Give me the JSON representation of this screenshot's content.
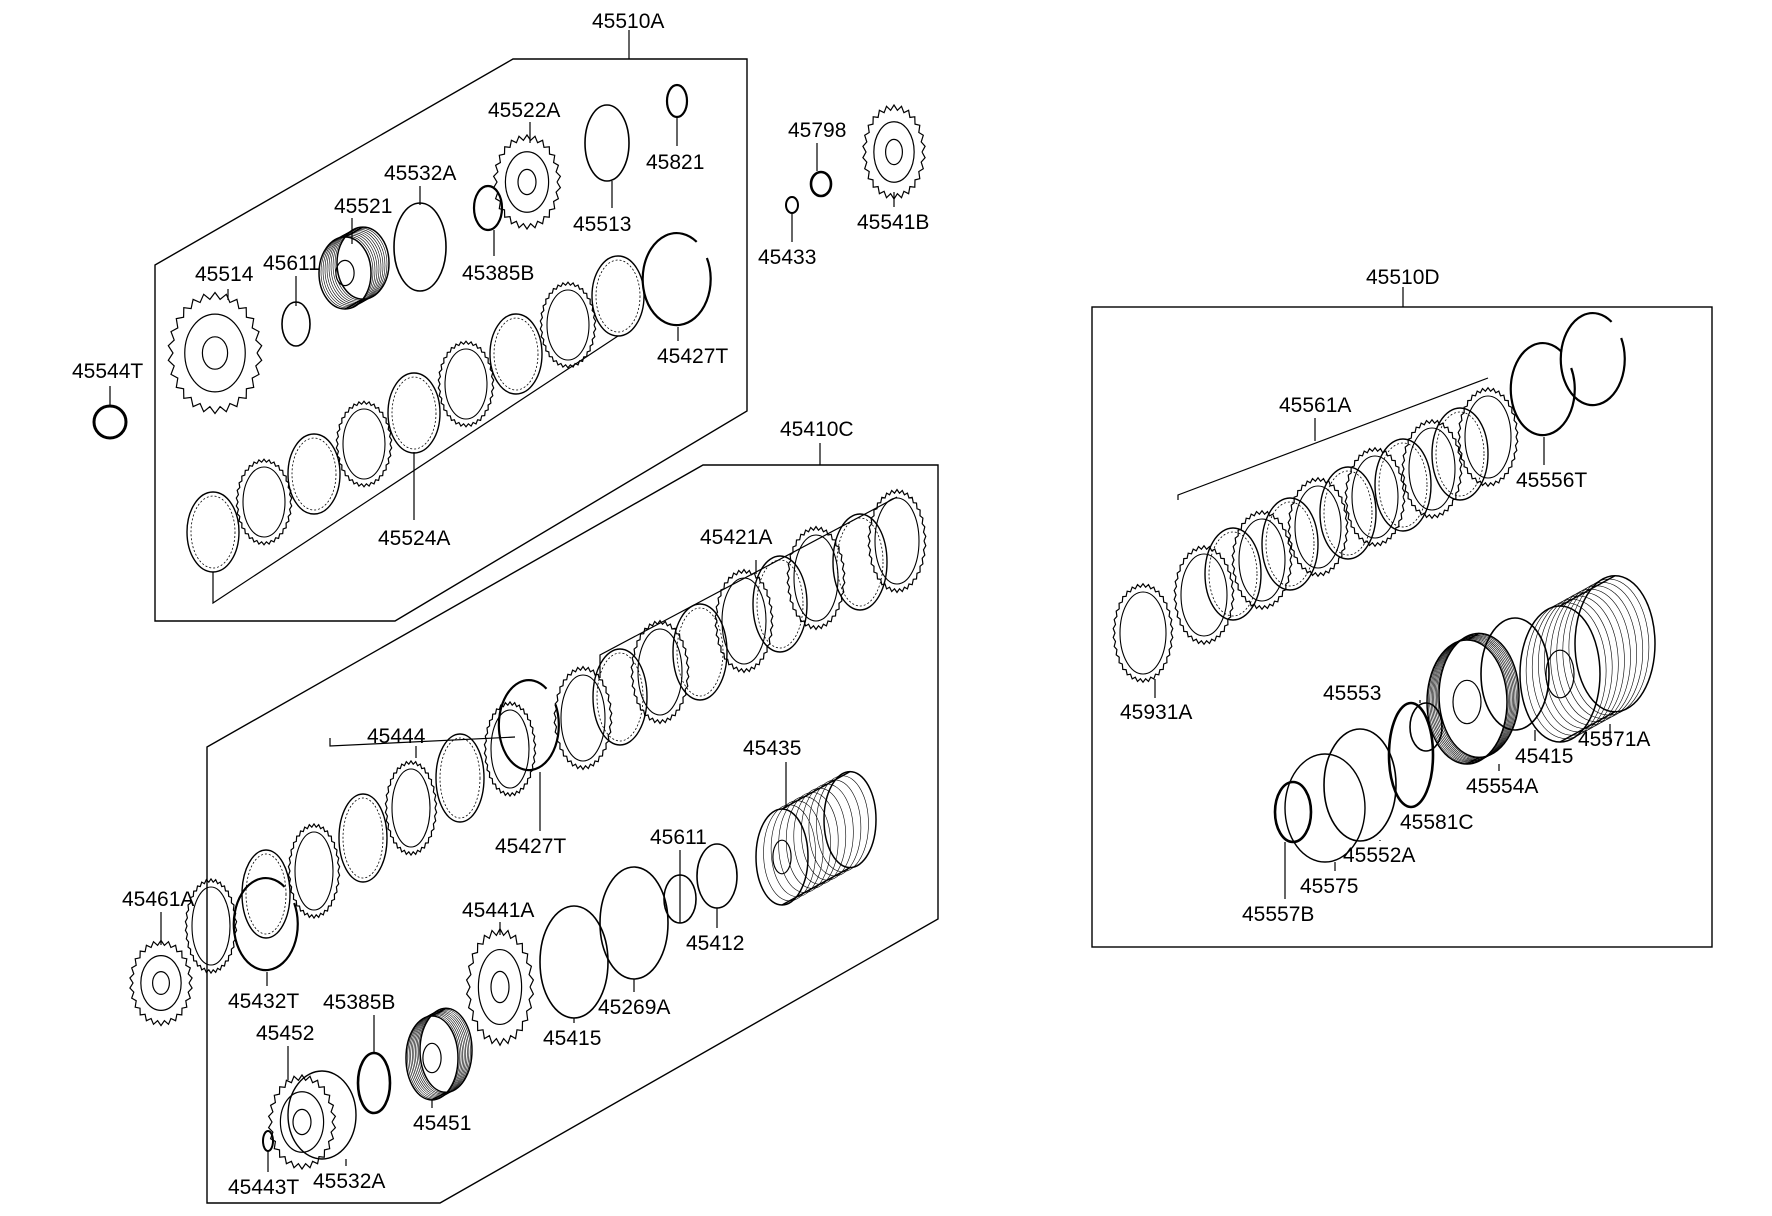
{
  "diagram": {
    "groups": [
      {
        "id": "45510A",
        "label": "45510A"
      },
      {
        "id": "45410C",
        "label": "45410C"
      },
      {
        "id": "45510D",
        "label": "45510D"
      }
    ],
    "parts": {
      "p45544T": "45544T",
      "p45514": "45514",
      "p45611a": "45611",
      "p45521": "45521",
      "p45532Aa": "45532A",
      "p45522A": "45522A",
      "p45385Ba": "45385B",
      "p45513": "45513",
      "p45821": "45821",
      "p45524A": "45524A",
      "p45427Ta": "45427T",
      "p45798": "45798",
      "p45433": "45433",
      "p45541B": "45541B",
      "p45421A": "45421A",
      "p45444": "45444",
      "p45435": "45435",
      "p45427Tb": "45427T",
      "p45611b": "45611",
      "p45412": "45412",
      "p45441A": "45441A",
      "p45269A": "45269A",
      "p45415a": "45415",
      "p45461A": "45461A",
      "p45432T": "45432T",
      "p45385Bb": "45385B",
      "p45452": "45452",
      "p45451": "45451",
      "p45443T": "45443T",
      "p45532Ab": "45532A",
      "p45561A": "45561A",
      "p45556T": "45556T",
      "p45931A": "45931A",
      "p45553": "45553",
      "p45415b": "45415",
      "p45571A": "45571A",
      "p45554A": "45554A",
      "p45581C": "45581C",
      "p45552A": "45552A",
      "p45575": "45575",
      "p45557B": "45557B"
    }
  }
}
